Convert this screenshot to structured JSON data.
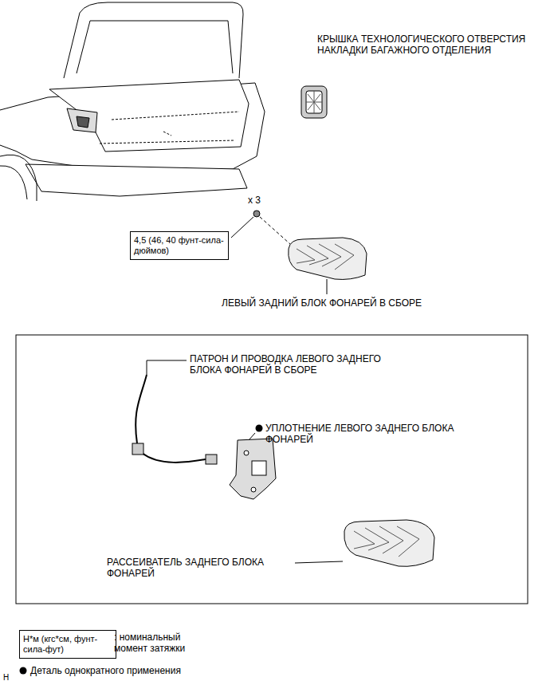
{
  "diagram": {
    "nodes": [
      {
        "text": [
          "4,5 (46, 40 фунт-сила-дюймов)"
        ]
      },
      {
        "text": [
          "Н*м (кгс*см, фунт-сила-фут)"
        ]
      }
    ],
    "labels": [
      "КРЫШКА ТЕХНОЛОГИЧЕСКОГО ОТВЕРСТИЯ НАКЛАДКИ БАГАЖНОГО ОТДЕЛЕНИЯ",
      "x 3",
      "ЛЕВЫЙ ЗАДНИЙ БЛОК ФОНАРЕЙ В СБОРЕ",
      "ПАТРОН И ПРОВОДКА ЛЕВОГО ЗАДНЕГО БЛОКА ФОНАРЕЙ В СБОРЕ",
      "УПЛОТНЕНИЕ ЛЕВОГО ЗАДНЕГО БЛОКА ФОНАРЕЙ",
      "РАССЕИВАТЕЛЬ ЗАДНЕГО БЛОКА ФОНАРЕЙ",
      "H"
    ],
    "legend": [
      {
        "text": ": номинальный момент затяжки"
      },
      {
        "text": "Деталь однократного применения"
      }
    ]
  }
}
